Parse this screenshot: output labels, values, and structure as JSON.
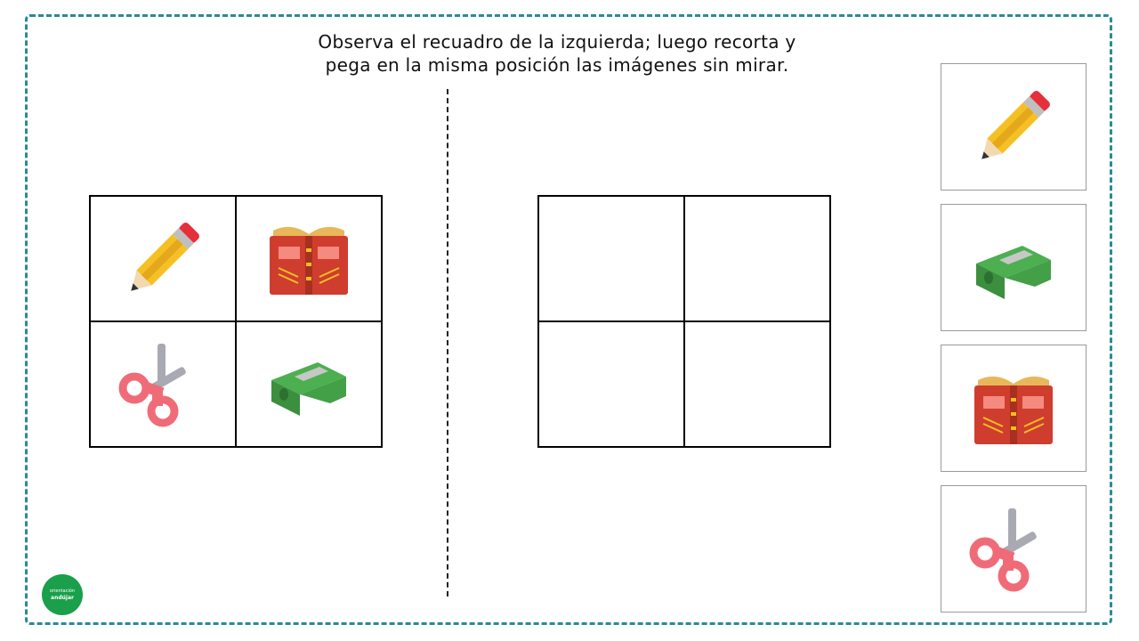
{
  "instructions": {
    "line1": "Observa el recuadro de la izquierda; luego recorta y",
    "line2": "pega en la misma posición las imágenes sin mirar."
  },
  "source_grid": {
    "cells": [
      "pencil-icon",
      "book-icon",
      "scissors-icon",
      "sharpener-icon"
    ]
  },
  "target_grid": {
    "cells": [
      "",
      "",
      "",
      ""
    ]
  },
  "cutout_cards": [
    "pencil-icon",
    "sharpener-icon",
    "book-icon",
    "scissors-icon"
  ],
  "logo": {
    "line1": "orientación",
    "line2": "andújar"
  },
  "colors": {
    "frame": "#2b8a96",
    "logo": "#1a9f4b"
  }
}
